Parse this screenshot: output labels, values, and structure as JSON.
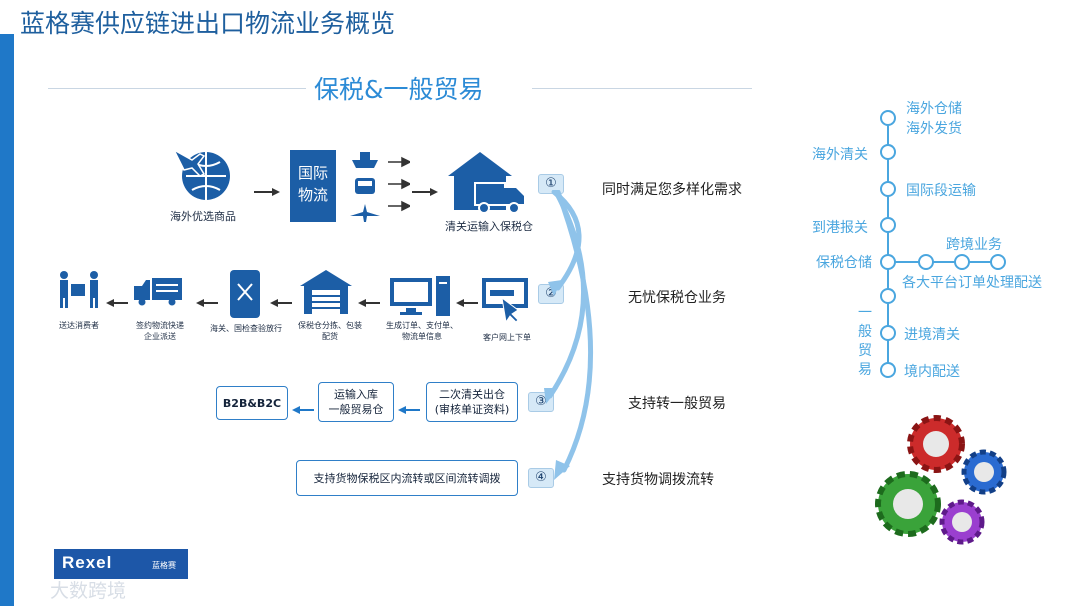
{
  "title": "蓝格赛供应链进出口物流业务概览",
  "section_title": "保税&一般贸易",
  "row1": {
    "goods_label": "海外优选商品",
    "logistics_box": "国际\n物流",
    "warehouse_label": "清关运输入保税仓"
  },
  "row2": {
    "labels": [
      "送达消费者",
      "签约物流快递\n企业派送",
      "海关、国检查验放行",
      "保税仓分拣、包装\n配货",
      "生成订单、支付单、\n物流单信息",
      "客户网上下单"
    ]
  },
  "row3": {
    "b2b": "B2B&B2C",
    "transport": "运输入库\n一般贸易仓",
    "clearance": "二次清关出仓\n(审核单证资料)"
  },
  "row4": {
    "transfer": "支持货物保税区内流转或区间流转调拨"
  },
  "steps": [
    {
      "num": "①",
      "text": "同时满足您多样化需求"
    },
    {
      "num": "②",
      "text": "无忧保税仓业务"
    },
    {
      "num": "③",
      "text": "支持转一般贸易"
    },
    {
      "num": "④",
      "text": "支持货物调拨流转"
    }
  ],
  "timeline": {
    "overseas_warehouse": "海外仓储",
    "overseas_ship": "海外发货",
    "overseas_clearance": "海外清关",
    "intl_transport": "国际段运输",
    "port_declare": "到港报关",
    "cross_border": "跨境业务",
    "bonded_storage": "保税仓储",
    "platform_orders": "各大平台订单处理配送",
    "general_trade": "一\n般\n贸\n易",
    "import_clearance": "进境清关",
    "domestic_delivery": "境内配送"
  },
  "logo": {
    "brand": "Rexel",
    "brand_cn": "蓝格赛"
  },
  "watermark": "大数跨境",
  "colors": {
    "primary": "#1f78c8",
    "light_blue": "#4aa6df",
    "dark": "#1e5f9e"
  }
}
